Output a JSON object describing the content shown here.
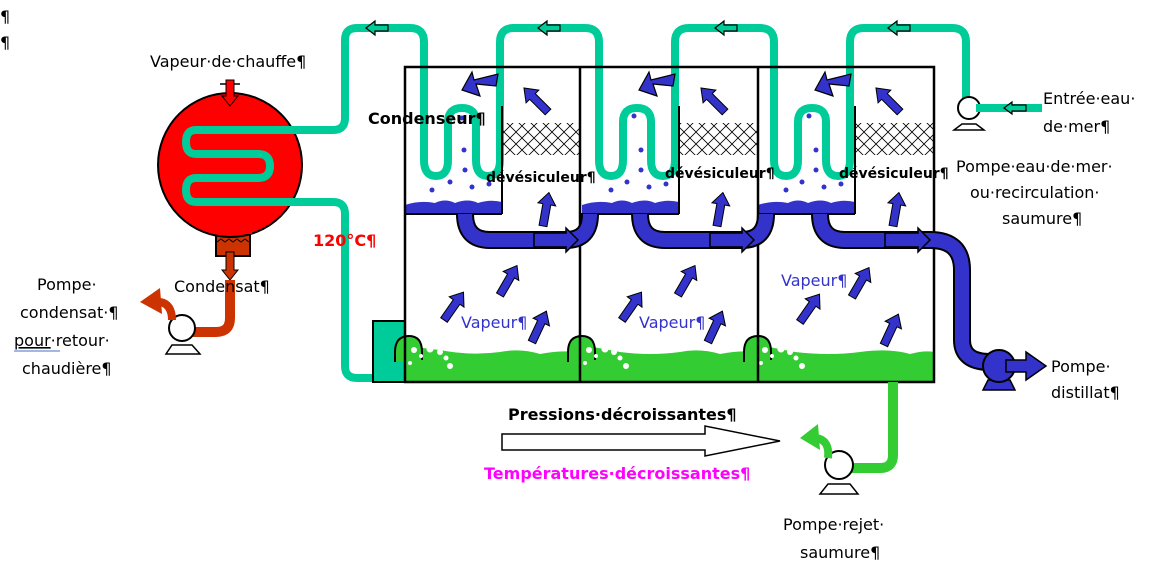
{
  "paragraph_marks": [
    "¶",
    "¶"
  ],
  "labels": {
    "heating_steam": "Vapeur·de·chauffe¶",
    "condensate": "Condensat¶",
    "temperature": "120°C¶",
    "condenser": "Condenseur¶",
    "demister": "dévésiculeur¶",
    "vapour": "Vapeur¶",
    "seawater_inlet_line1": "Entrée·eau·",
    "seawater_inlet_line2": "de·mer¶",
    "seawater_pump_line1": "Pompe·eau·de·mer·",
    "seawater_pump_line2": "ou·recirculation·",
    "seawater_pump_line3": "saumure¶",
    "condensate_pump_line1": "Pompe·",
    "condensate_pump_line2": "condensat·¶",
    "condensate_pump_line3a": "pour",
    "condensate_pump_line3b": "·retour·",
    "condensate_pump_line4": "chaudière¶",
    "distillate_pump_line1": "Pompe·",
    "distillate_pump_line2": "distillat¶",
    "pressures": "Pressions·décroissantes¶",
    "temperatures": "Températures·décroissantes¶",
    "brine_reject_pump_line1": "Pompe·rejet·",
    "brine_reject_pump_line2": "saumure¶"
  },
  "stages": [
    {
      "id": 1,
      "demister_label": "dévésiculeur¶",
      "vapour_label": "Vapeur¶"
    },
    {
      "id": 2,
      "demister_label": "dévésiculeur¶",
      "vapour_label": "Vapeur¶"
    },
    {
      "id": 3,
      "demister_label": "dévésiculeur¶",
      "vapour_label": "Vapeur¶"
    }
  ],
  "colors": {
    "seawater_pipe": "#00cc99",
    "heater": "#ff0000",
    "condensate": "#cc3300",
    "distillate": "#3333cc",
    "brine": "#33cc33",
    "temperature_text": "#ff0000",
    "temperatures_text": "#ff00ff"
  }
}
